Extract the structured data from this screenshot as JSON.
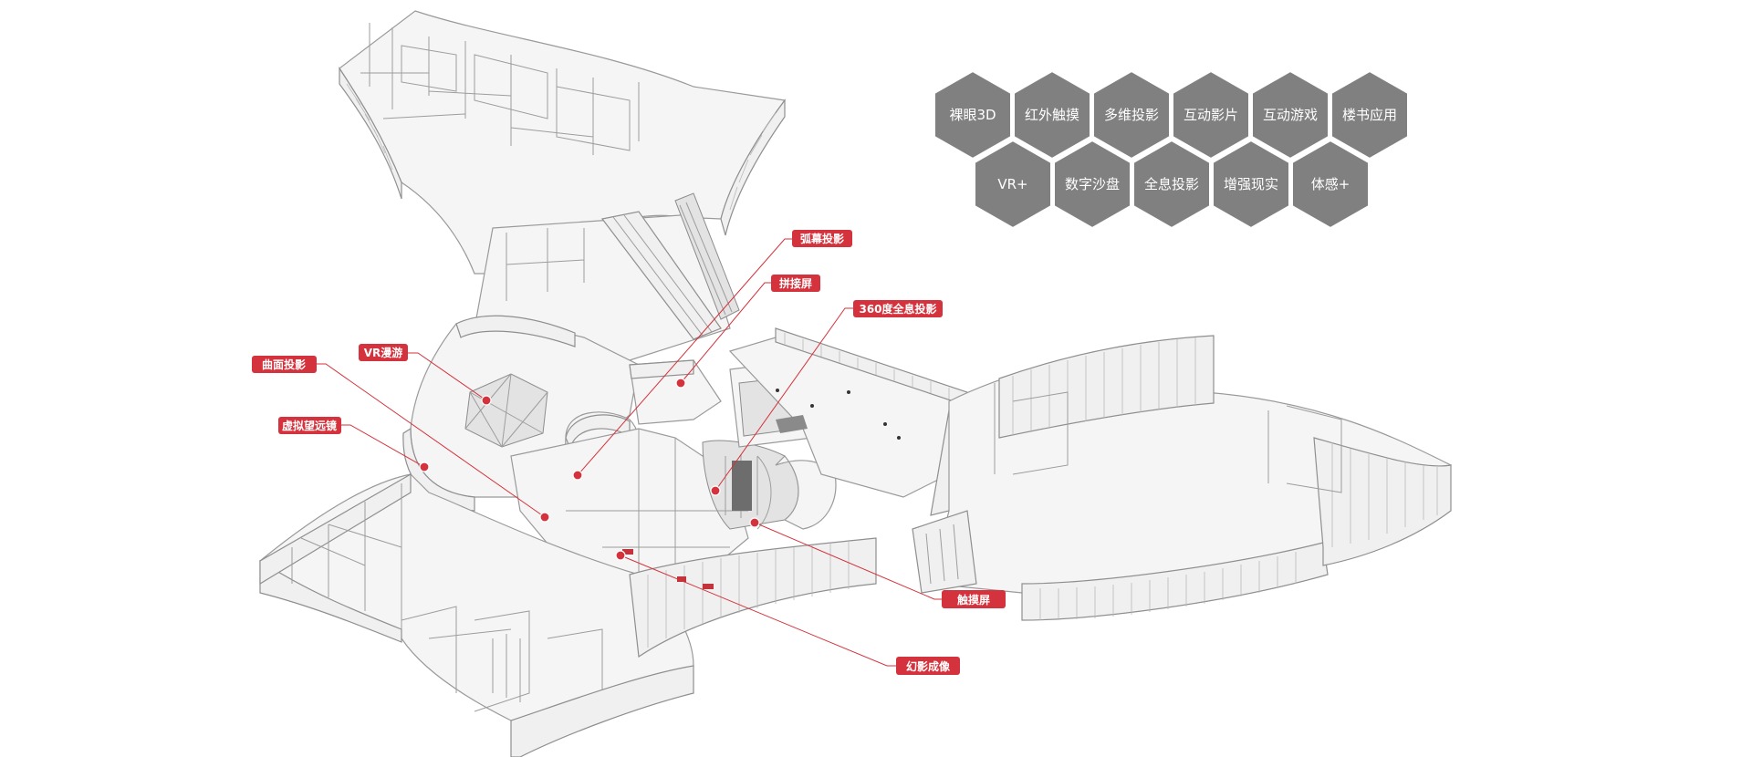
{
  "hexagons": {
    "row1": [
      "裸眼3D",
      "红外触摸",
      "多维投影",
      "互动影片",
      "互动游戏",
      "楼书应用"
    ],
    "row2": [
      "VR+",
      "数字沙盘",
      "全息投影",
      "增强现实",
      "体感+"
    ]
  },
  "tags": {
    "arc_projection": "弧幕投影",
    "splice_screen": "拼接屏",
    "holo_360": "360度全息投影",
    "vr_tour": "VR漫游",
    "curved_projection": "曲面投影",
    "virtual_telescope": "虚拟望远镜",
    "touch_screen": "触摸屏",
    "phantom_imaging": "幻影成像"
  },
  "colors": {
    "hex_fill": "#808080",
    "tag_fill": "#d4323c",
    "building_line": "#8f8f8f"
  }
}
